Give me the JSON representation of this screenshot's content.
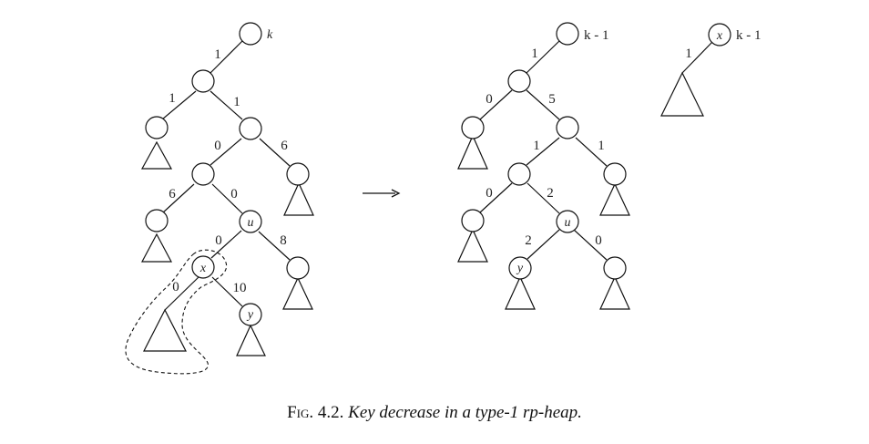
{
  "figure": {
    "caption_prefix": "Fig. 4.2.",
    "caption_text": "Key decrease in a type-1 rp-heap."
  },
  "left_tree": {
    "root_rank": "k",
    "node_labels": {
      "u": "u",
      "x": "x",
      "y": "y"
    },
    "edge_labels": [
      "1",
      "1",
      "1",
      "0",
      "6",
      "6",
      "0",
      "0",
      "8",
      "0",
      "10"
    ]
  },
  "right_tree": {
    "root_rank": "k - 1",
    "node_labels": {
      "u": "u",
      "y": "y"
    },
    "edge_labels": [
      "1",
      "0",
      "5",
      "1",
      "1",
      "0",
      "2",
      "2",
      "0"
    ]
  },
  "detached_tree": {
    "root_label": "x",
    "root_rank": "k - 1",
    "edge_label": "1"
  },
  "arrow": {
    "icon": "right-arrow-icon"
  }
}
